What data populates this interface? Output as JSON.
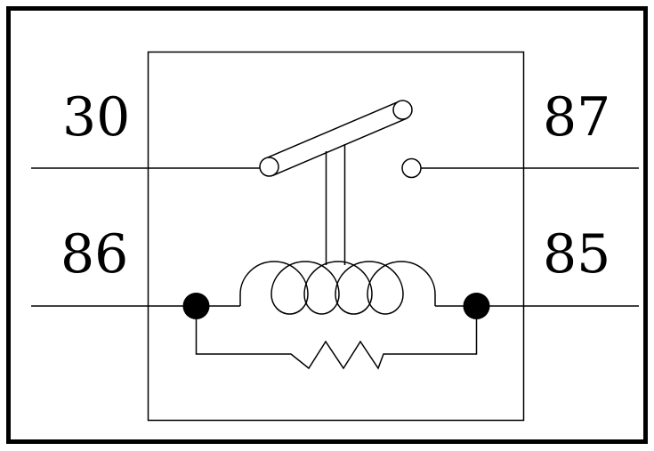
{
  "diagram": {
    "title": "",
    "pins": {
      "top_left": "30",
      "top_right": "87",
      "bottom_left": "86",
      "bottom_right": "85"
    }
  },
  "colors": {
    "ink": "#000000",
    "background": "#ffffff"
  }
}
